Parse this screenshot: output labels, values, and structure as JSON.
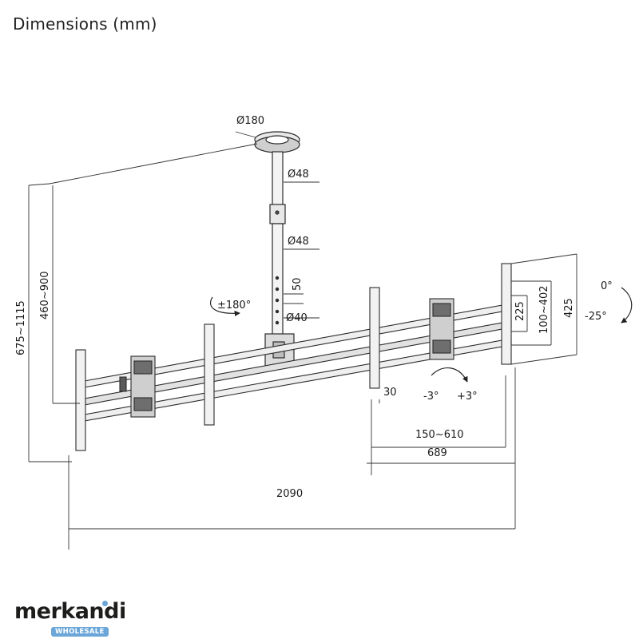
{
  "title": "Dimensions (mm)",
  "labels": {
    "ceiling_plate_diameter": "Ø180",
    "pole_upper_diameter": "Ø48",
    "pole_lower_diameter": "Ø48",
    "pole_step": "50",
    "pole_bottom_diameter": "Ø40",
    "rotation": "±180°",
    "height_total": "675~1115",
    "height_pole": "460~900",
    "plate_height_225": "225",
    "plate_height_range": "100~402",
    "bracket_height": "425",
    "tilt_top": "0°",
    "tilt_bottom": "-25°",
    "offset_30": "30",
    "swivel_left": "-3°",
    "swivel_right": "+3°",
    "width_range": "150~610",
    "width_689": "689",
    "width_total": "2090"
  },
  "logo": {
    "name": "merkandi",
    "badge": "WHOLESALE"
  },
  "colors": {
    "line": "#2b2b2b",
    "metal_light": "#d9d9d9",
    "metal_dark": "#5a5a5a",
    "logo_accent": "#6aa6d8"
  }
}
